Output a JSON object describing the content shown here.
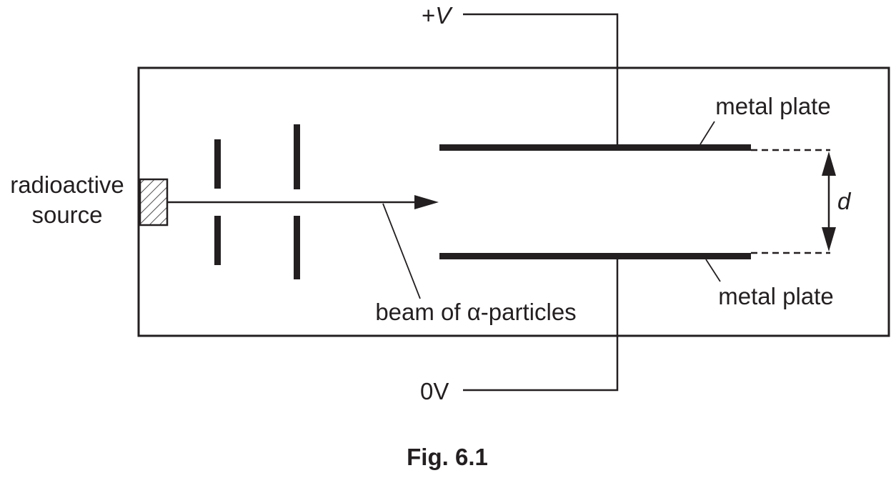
{
  "labels": {
    "supply_positive_sign": "+",
    "supply_positive_symbol": "V",
    "supply_zero": "0V",
    "source_line1": "radioactive",
    "source_line2": "source",
    "plate_top": "metal plate",
    "plate_bottom": "metal plate",
    "separation": "d",
    "beam": "beam of α-particles"
  },
  "caption": "Fig. 6.1",
  "colors": {
    "ink": "#231f20",
    "background": "#ffffff"
  }
}
